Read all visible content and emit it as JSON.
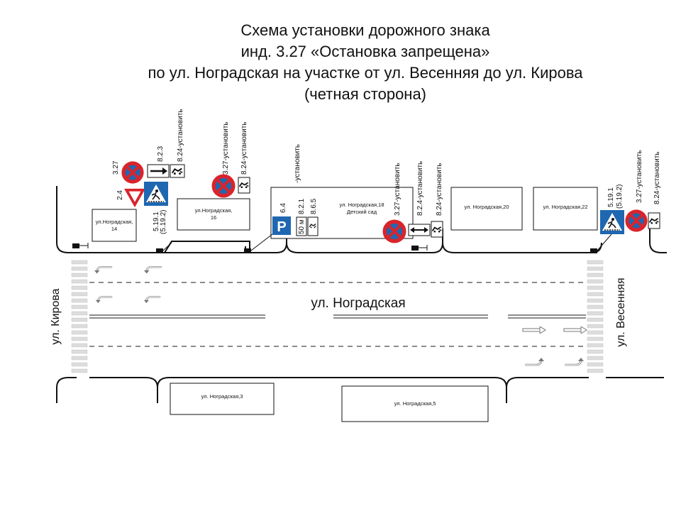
{
  "title": {
    "line1": "Схема установки дорожного знака",
    "line2": "инд. 3.27 «Остановка запрещена»",
    "line3": "по ул. Ноградская на участке от ул. Весенняя до ул. Кирова",
    "line4": "(четная сторона)"
  },
  "streets": {
    "main": "ул. Ноградская",
    "left": "ул. Кирова",
    "right": "ул. Весенняя"
  },
  "buildings": {
    "b14_line1": "ул.Ноградская,",
    "b14_line2": "14",
    "b16_line1": "ул.Ноградская,",
    "b16_line2": "16",
    "b18_line1": "ул. Ноградская,18",
    "b18_line2": "Детский сад",
    "b20": "ул. Ноградская,20",
    "b22": "ул. Ноградская,22",
    "b3": "ул. Ноградская,3",
    "b5": "ул. Ноградская,5"
  },
  "sign_labels": {
    "g1_327": "3.27",
    "g1_24": "2.4",
    "g1_823": "8.2.3",
    "g1_824": "8.24-установить",
    "g1_5191": "5.19.1",
    "g1_5192": "(5.19.2)",
    "g2_327": "3.27-установить",
    "g2_824": "8.24-установить",
    "g3_inst": "-установить",
    "g3_64": "6.4",
    "g3_821": "8.2.1",
    "g3_865": "8.6.5",
    "g3_50m": "50 м",
    "g4_327": "3.27-установить",
    "g4_824": "8.2.4-установить",
    "g4_8241": "8.24-установить",
    "g5_5191": "5.19.1",
    "g5_5192": "(5.19.2)",
    "g5_327": "3.27-установить",
    "g5_824": "8.24-установить"
  },
  "icons": [
    "no-stopping-sign-icon",
    "yield-sign-icon",
    "pedestrian-crossing-sign-icon",
    "parking-sign-icon",
    "direction-arrow-icon",
    "tow-truck-icon",
    "lane-arrow-icon"
  ],
  "colors": {
    "sign_red": "#d9242b",
    "sign_blue": "#1f67b1",
    "line": "#111111"
  }
}
